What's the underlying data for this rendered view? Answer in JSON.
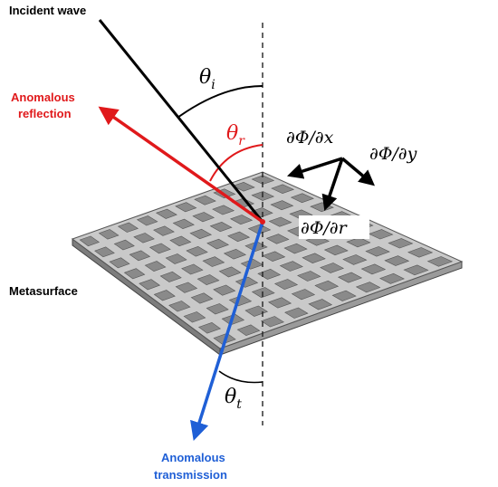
{
  "labels": {
    "incident": "Incident wave",
    "reflection_line1": "Anomalous",
    "reflection_line2": "reflection",
    "metasurface": "Metasurface",
    "transmission_line1": "Anomalous",
    "transmission_line2": "transmission"
  },
  "symbols": {
    "theta_i": "θi",
    "theta_r": "θr",
    "theta_t": "θt",
    "dphi_dx": "∂Φ/∂x",
    "dphi_dy": "∂Φ/∂y",
    "dphi_dr": "∂Φ/∂r"
  },
  "colors": {
    "incident": "#000000",
    "reflection": "#e0191b",
    "transmission": "#1f5fd6",
    "plate_top": "#c9c9c9",
    "cell": "#8a8a8a"
  },
  "grid": {
    "rows": 10,
    "cols": 10
  }
}
